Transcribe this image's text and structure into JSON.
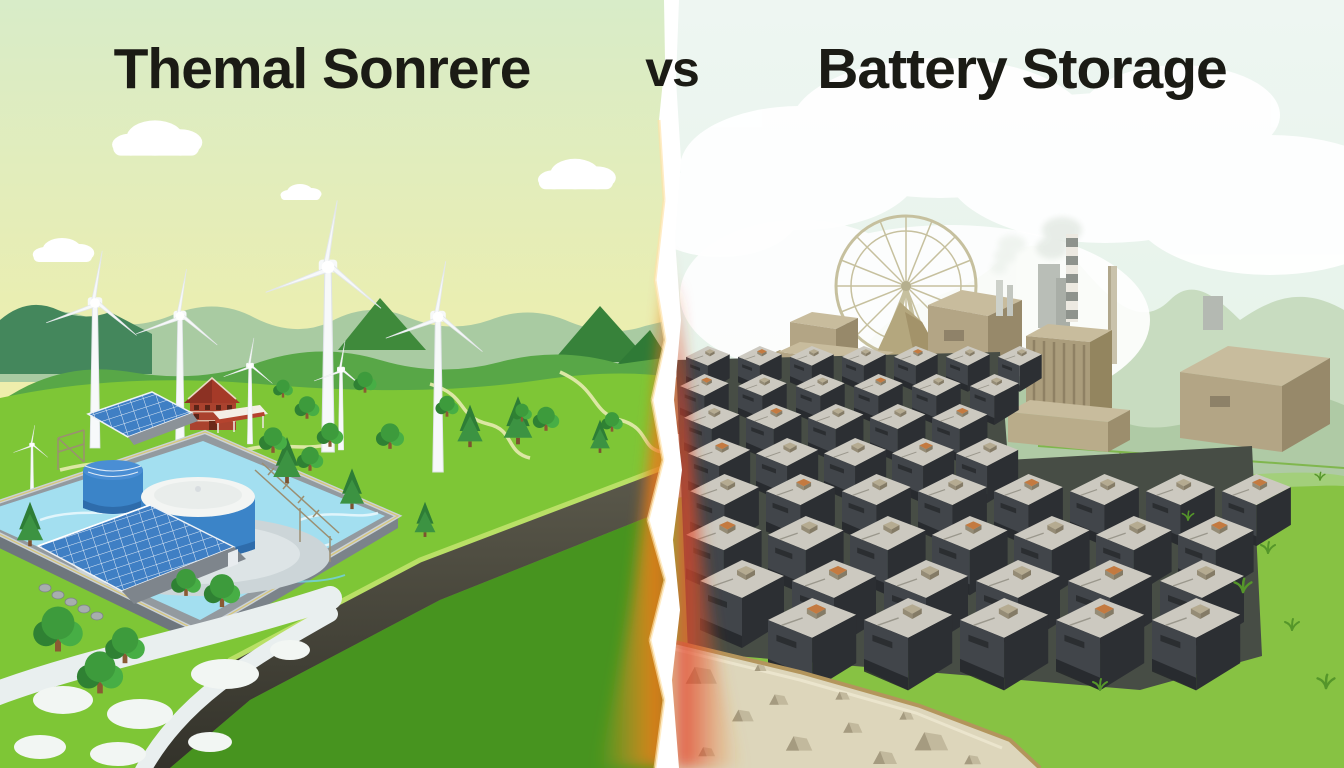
{
  "title": {
    "left": "Themal Sonrere",
    "vs": "vs",
    "right": "Battery Storage"
  },
  "scene": {
    "left_panel_alt": "green valley with wind turbines, farm house and thermal water-storage tanks with solar panels",
    "right_panel_alt": "battery storage farm with factory boxes, smokestacks, skeletal ferris wheel and gravel yard",
    "divider_alt": "torn white seam with orange-red glow"
  },
  "palette": {
    "c-title": "#1b1b15",
    "c-sky-l1": "#d8ecc8",
    "c-sky-l2": "#f9ef9e",
    "c-sky-r1": "#eef6f2",
    "c-sky-r2": "#def0e1",
    "c-cloud": "#ffffff",
    "c-grass-l": "#7ec636",
    "c-grass-ld": "#47941f",
    "c-grass-r": "#87c243",
    "c-water": "#a3dff0",
    "c-tank": "#3b84c8",
    "c-solar": "#3f7fc4",
    "c-house": "#aa422e",
    "c-turbine": "#f7f9fa",
    "c-tan": "#b3a585",
    "c-tan-side": "#97896a",
    "c-tan-top": "#c8bc9d",
    "c-bat-top": "#ccc9c0",
    "c-bat-front": "#41454a",
    "c-bat-side": "#2c2f33",
    "c-bat-cap": "#b5ab91",
    "c-cap-orange": "#c47a40",
    "c-gravel": "#ddd6bb",
    "c-wheel": "#c6c09e",
    "c-mound": "#b4a77e",
    "c-tear-white": "#ffffff",
    "c-tear-orange": "#f0841c",
    "c-tear-red": "#e2402a"
  }
}
